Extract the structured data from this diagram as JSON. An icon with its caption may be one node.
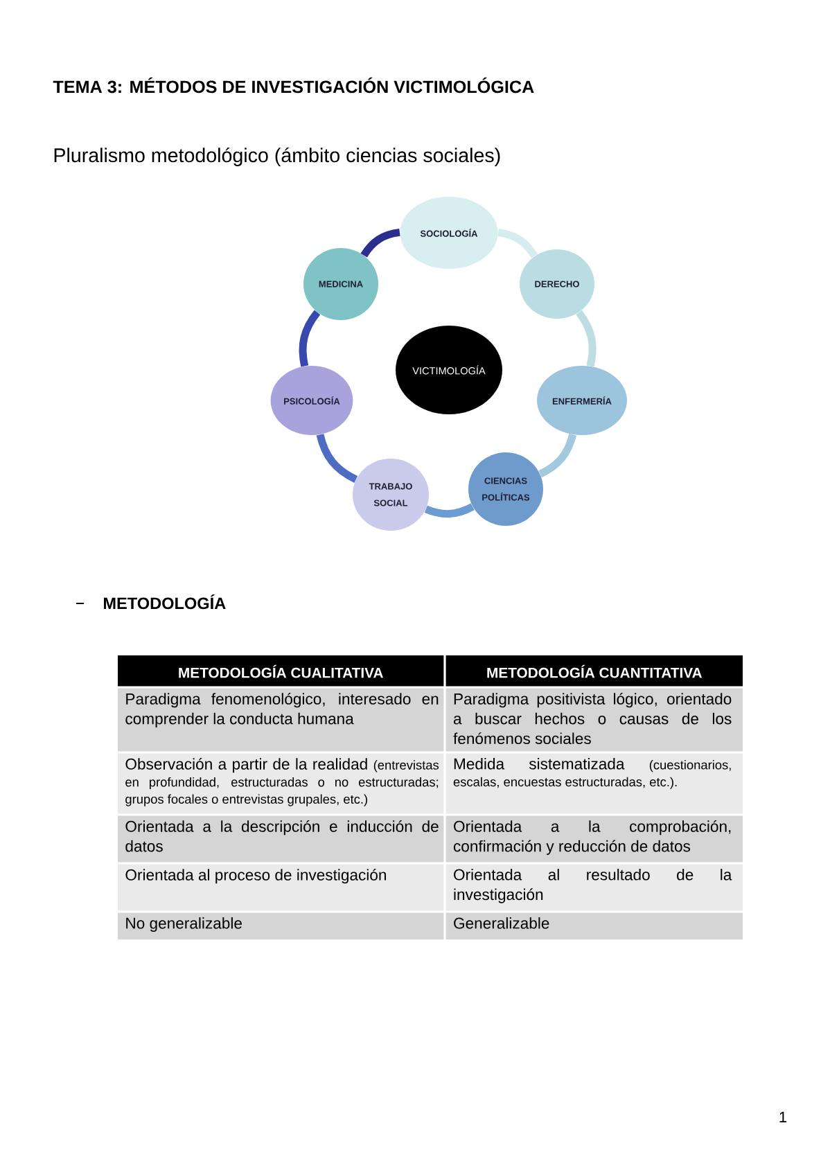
{
  "diagram": {
    "title": "TEMA 3: MÉTODOS DE INVESTIGACIÓN VICTIMOLÓGICA",
    "nodes": [
      {
        "text": [
          "SOCIOLOGÍA"
        ]
      },
      {
        "text": [
          "DERECHO"
        ]
      },
      {
        "text": [
          "ENFERMERÍA"
        ]
      },
      {
        "text": [
          "CIENCIAS POLÍTICAS"
        ]
      },
      {
        "text": [
          "TRABAJO SOCIAL"
        ]
      },
      {
        "text": [
          "PSICOLOGÍA"
        ]
      },
      {
        "text": [
          "MEDICINA"
        ]
      },
      {
        "text": [
          "VICTIMOLOGÍA"
        ]
      }
    ],
    "edges": [
      {
        "from": 0,
        "to": 1,
        "arrow": "none",
        "color": "#d6edf0"
      },
      {
        "from": 1,
        "to": 2,
        "arrow": "none",
        "color": "#bcdee3"
      },
      {
        "from": 2,
        "to": 3,
        "arrow": "none",
        "color": "#a3c9de"
      },
      {
        "from": 3,
        "to": 4,
        "arrow": "none",
        "color": "#6b9bd2"
      },
      {
        "from": 4,
        "to": 5,
        "arrow": "none",
        "color": "#4d6cc2"
      },
      {
        "from": 5,
        "to": 6,
        "arrow": "none",
        "color": "#3848ad"
      },
      {
        "from": 6,
        "to": 0,
        "arrow": "none",
        "color": "#2b2e8c"
      }
    ],
    "labels": [
      "Pluralismo metodológico (ámbito ciencias sociales)",
      "METODOLOGÍA",
      "METODOLOGÍA CUALITATIVA",
      "METODOLOGÍA CUANTITATIVA",
      "Paradigma fenomenológico, interesado en comprender la conducta humana",
      "Paradigma positivista lógico, orientado a buscar hechos o causas de los fenómenos sociales",
      "Observación a partir de la realidad",
      "(entrevistas en profundidad, estructuradas o no estructuradas; grupos focales o entrevistas grupales, etc.)",
      "Medida sistematizada",
      "(cuestionarios, escalas, encuestas estructuradas, etc.).",
      "Orientada a la descripción e inducción de datos",
      "Orientada a la comprobación, confirmación y reducción de datos",
      "Orientada al proceso de investigación",
      "Orientada al resultado de la investigación",
      "No generalizable",
      "Generalizable",
      "1"
    ]
  }
}
